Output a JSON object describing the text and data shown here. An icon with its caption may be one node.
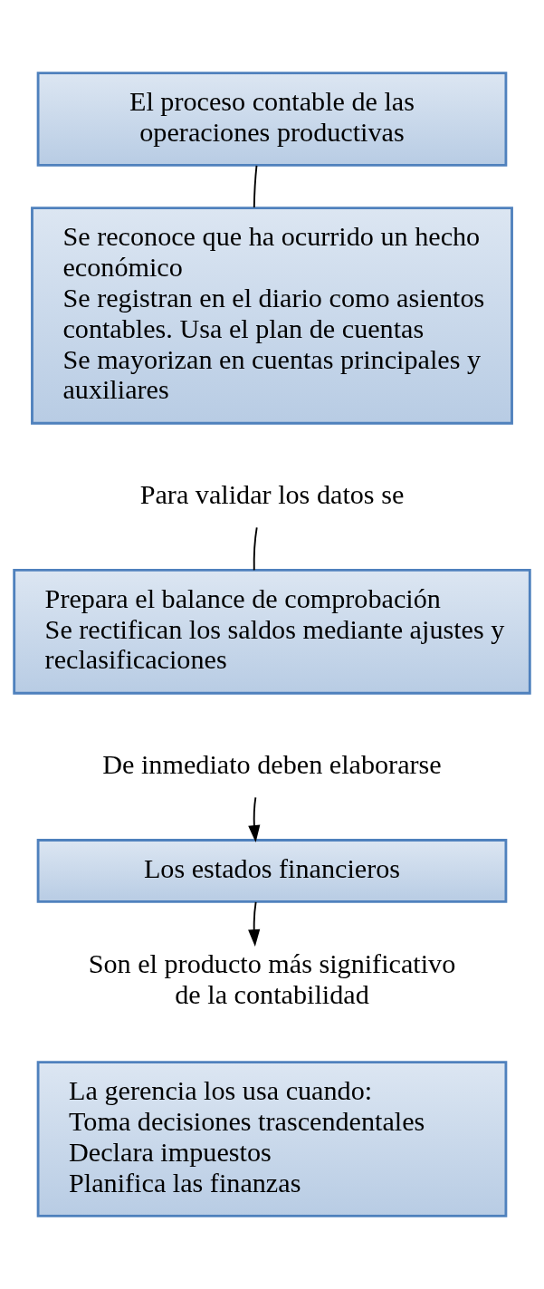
{
  "diagram": {
    "nodes": [
      {
        "text": [
          "El proceso contable de las operaciones productivas"
        ]
      },
      {
        "text": [
          "Se reconoce que ha ocurrido un hecho económico",
          "Se registran en el diario como asientos contables. Usa el plan de cuentas",
          "Se mayorizan en cuentas principales y auxiliares"
        ]
      },
      {
        "text": [
          "Para validar los datos se"
        ]
      },
      {
        "text": [
          "Prepara el balance de comprobación",
          "Se rectifican los saldos mediante ajustes y reclasificaciones"
        ]
      },
      {
        "text": [
          "De inmediato deben elaborarse"
        ]
      },
      {
        "text": [
          "Los estados financieros"
        ]
      },
      {
        "text": [
          "Son el producto más significativo de la contabilidad"
        ]
      },
      {
        "text": [
          "La gerencia los usa cuando:",
          "Toma decisiones trascendentales",
          "Declara impuestos",
          "Planifica las finanzas"
        ]
      }
    ],
    "edges": [
      {
        "from": 0,
        "to": 1,
        "arrow": "none"
      },
      {
        "from": 2,
        "to": 3,
        "arrow": "none"
      },
      {
        "from": 4,
        "to": 5,
        "arrow": "to"
      },
      {
        "from": 5,
        "to": 6,
        "arrow": "to"
      }
    ]
  }
}
